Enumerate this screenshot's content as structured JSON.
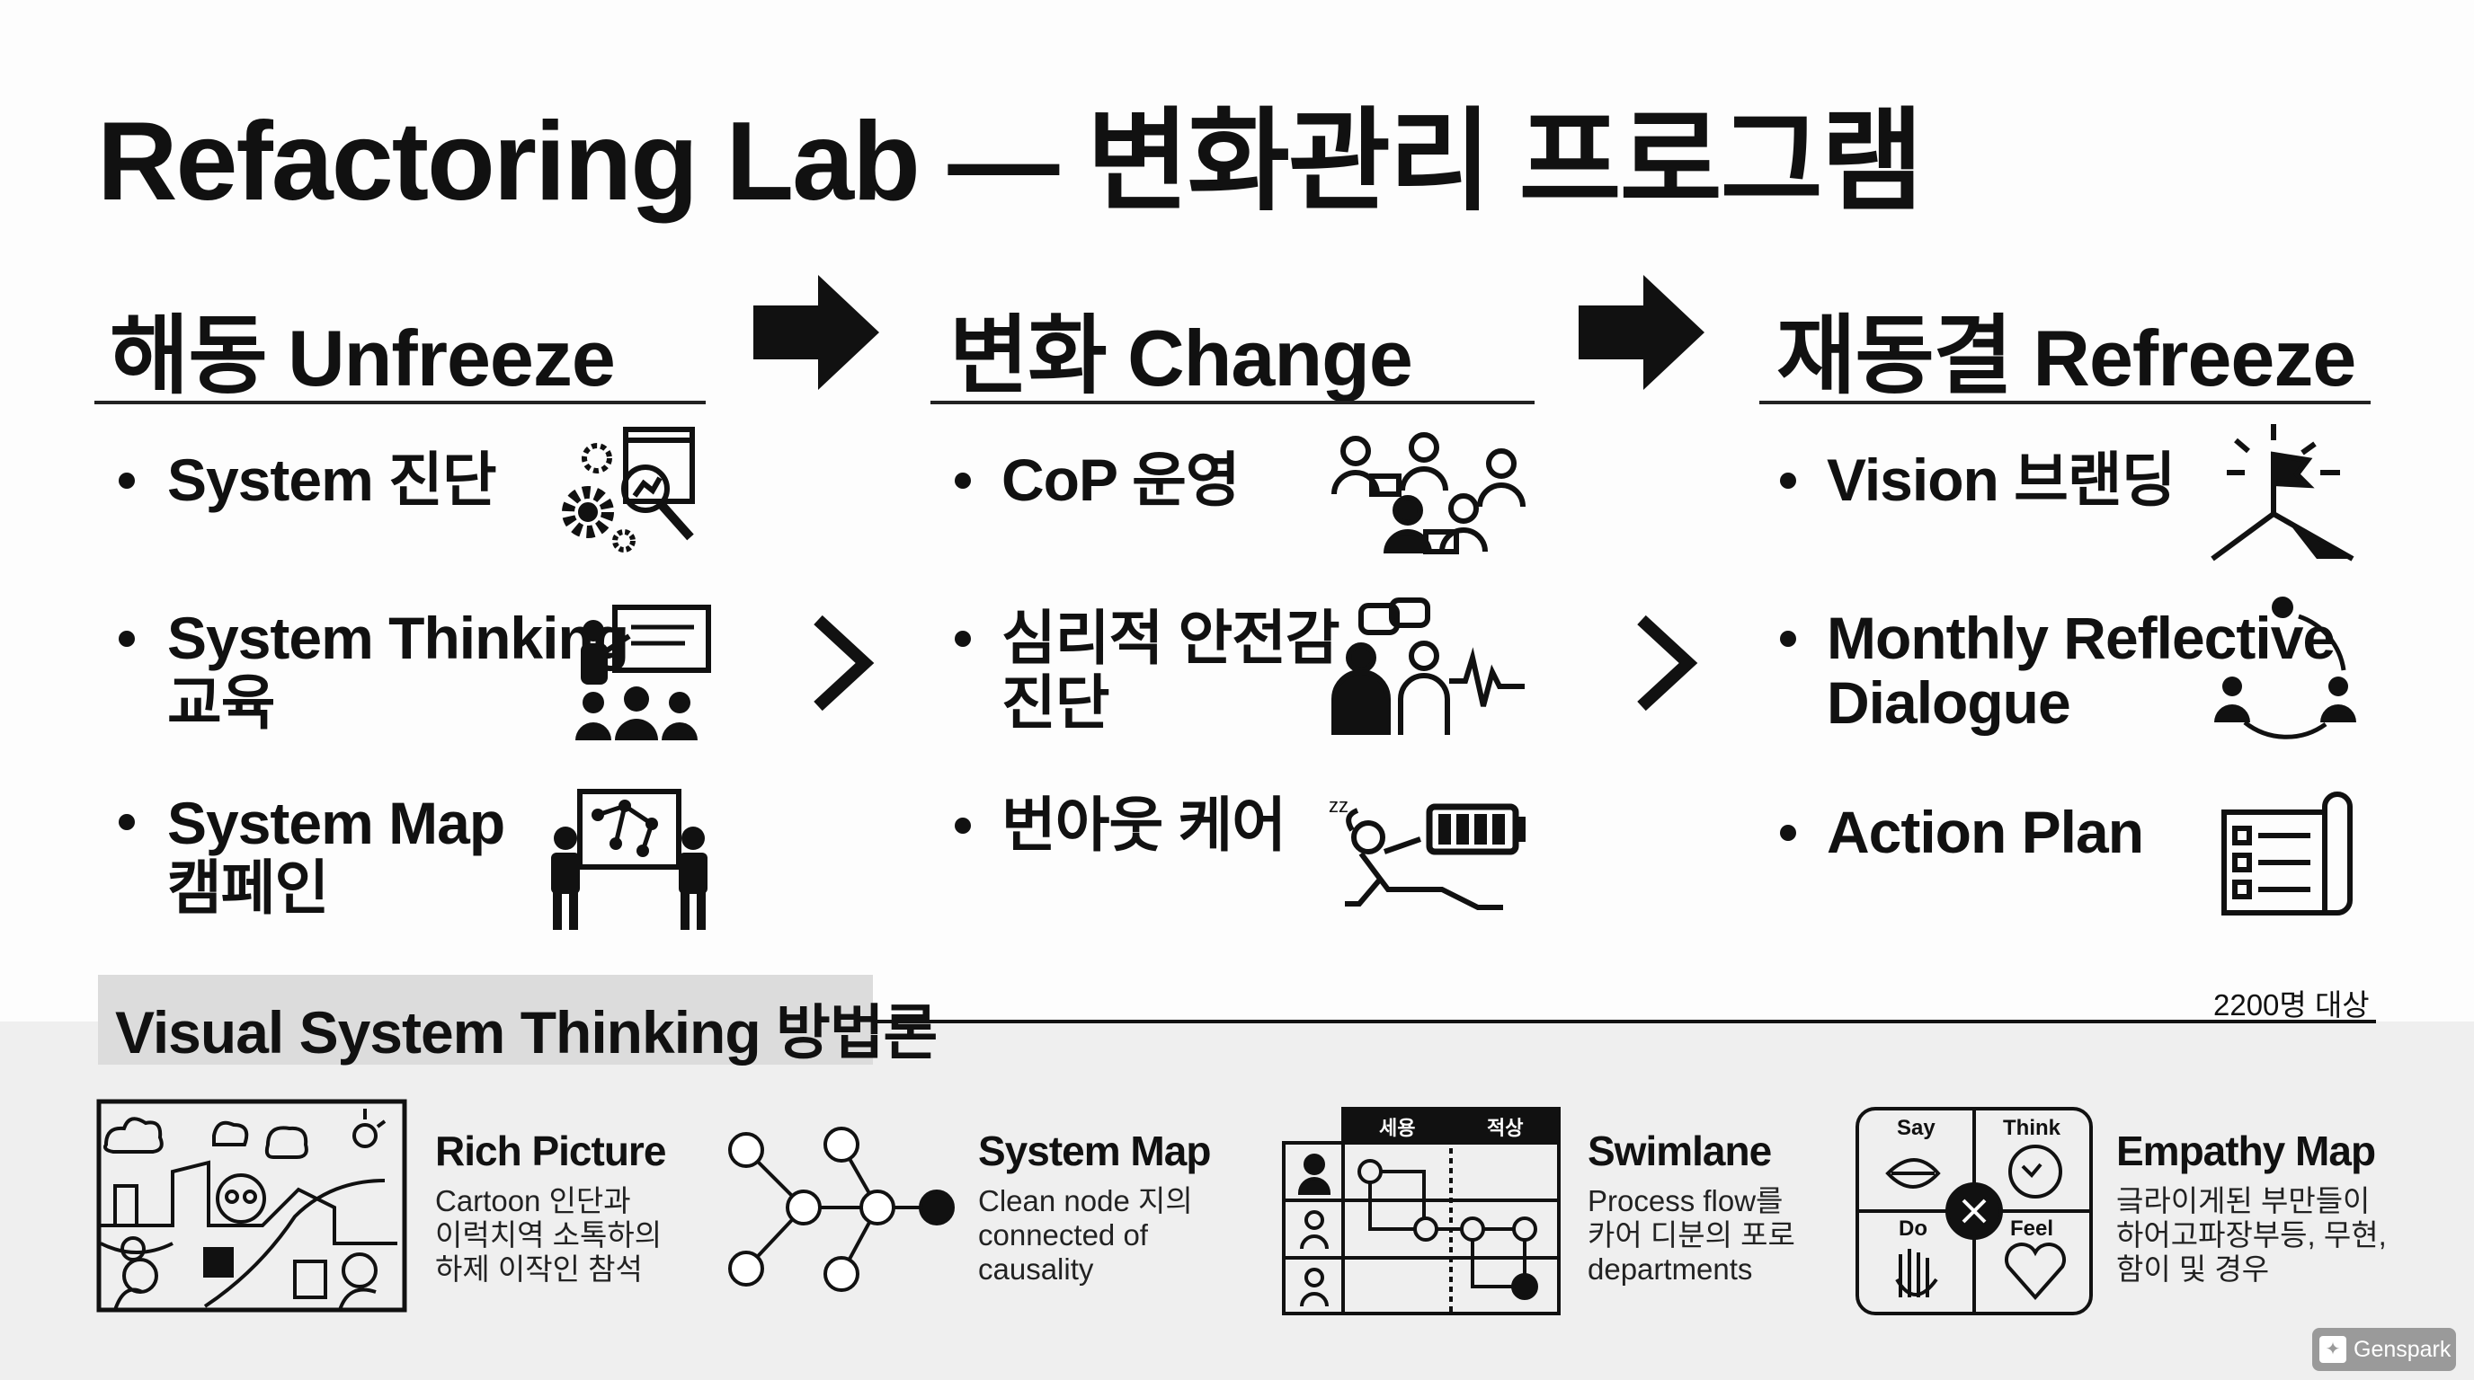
{
  "title": "Refactoring Lab — 변화관리 프로그램",
  "columns": [
    {
      "ko": "해동",
      "en": "Unfreeze",
      "items": [
        {
          "lines": [
            "System 진단"
          ],
          "icon": "gears-magnifier-icon"
        },
        {
          "lines": [
            "System Thinking",
            "교육"
          ],
          "icon": "presenter-audience-icon"
        },
        {
          "lines": [
            "System Map",
            "캠페인"
          ],
          "icon": "people-map-icon"
        }
      ]
    },
    {
      "ko": "변화",
      "en": "Change",
      "items": [
        {
          "lines": [
            "CoP 운영"
          ],
          "icon": "community-group-icon"
        },
        {
          "lines": [
            "심리적 안전감",
            "진단"
          ],
          "icon": "conversation-heartbeat-icon"
        },
        {
          "lines": [
            "번아웃 케어"
          ],
          "icon": "rest-battery-icon"
        }
      ]
    },
    {
      "ko": "재동결",
      "en": "Refreeze",
      "items": [
        {
          "lines": [
            "Vision 브랜딩"
          ],
          "icon": "summit-flag-icon"
        },
        {
          "lines": [
            "Monthly Reflective",
            "Dialogue"
          ],
          "icon": "dialogue-cycle-icon"
        },
        {
          "lines": [
            "Action Plan"
          ],
          "icon": "checklist-icon"
        }
      ]
    }
  ],
  "section": {
    "title": "Visual System Thinking 방법론",
    "audience": "2200명 대상"
  },
  "methods": [
    {
      "title": "Rich Picture",
      "body": [
        "Cartoon 인단과",
        "이럭치역 소톡하의",
        "하제 이작인 참석"
      ]
    },
    {
      "title": "System Map",
      "body": [
        "Clean node 지의",
        "connected of",
        "causality"
      ]
    },
    {
      "title": "Swimlane",
      "body": [
        "Process flow를",
        "카어 디분의 포로",
        "departments"
      ]
    },
    {
      "title": "Empathy Map",
      "body": [
        "긐라이게된 부만들이",
        "하어고파장부등, 무현,",
        "함이 및 경우"
      ]
    }
  ],
  "swimlane": {
    "headers": [
      "세용",
      "적상"
    ]
  },
  "empathy": {
    "quadrants": [
      "Say",
      "Think",
      "Do",
      "Feel"
    ]
  },
  "badge": {
    "label": "Genspark"
  }
}
